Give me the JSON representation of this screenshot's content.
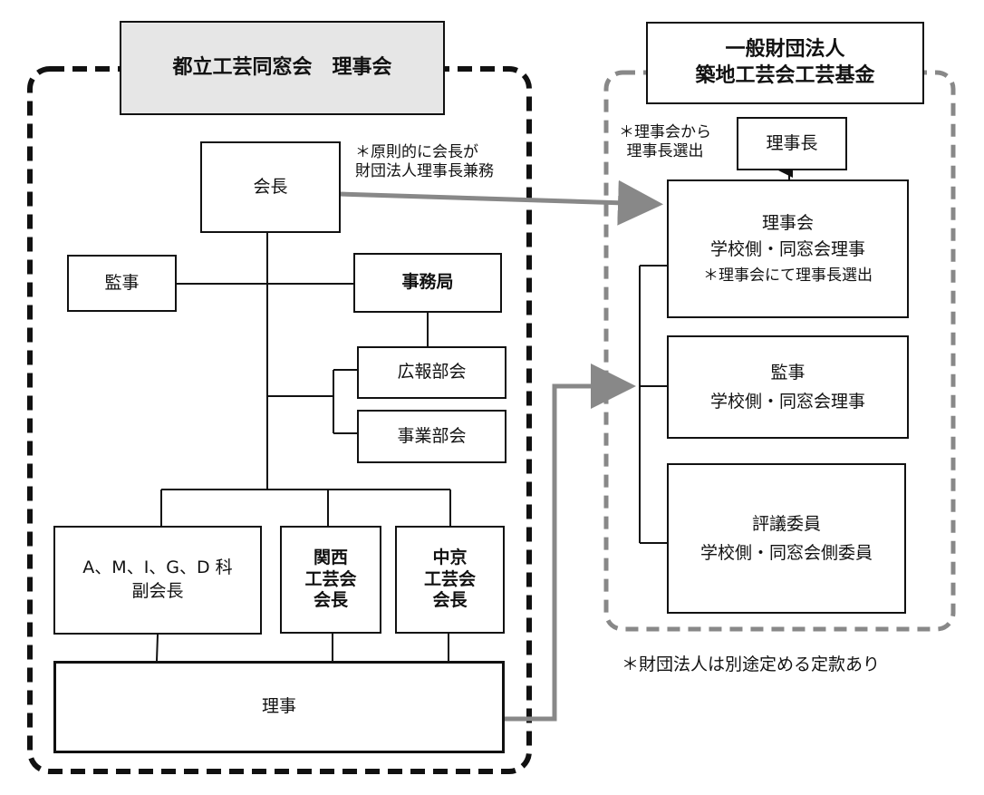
{
  "left": {
    "title": "都立工芸同窓会　理事会",
    "president": "会長",
    "president_note": [
      "＊原則的に会長が",
      "財団法人理事長兼務"
    ],
    "auditor": "監事",
    "secretariat": "事務局",
    "pr_committee": "広報部会",
    "business_committee": "事業部会",
    "vice_presidents": [
      "A、M、I、G、D 科",
      "副会長"
    ],
    "kansai": [
      "関西",
      "工芸会",
      "会長"
    ],
    "chukyo": [
      "中京",
      "工芸会",
      "会長"
    ],
    "directors": "理事"
  },
  "right": {
    "title": [
      "一般財団法人",
      "築地工芸会工芸基金"
    ],
    "chair_note": [
      "＊理事会から",
      "理事長選出"
    ],
    "chairman": "理事長",
    "board": [
      "理事会",
      "学校側・同窓会理事",
      "＊理事会にて理事長選出"
    ],
    "auditor": [
      "監事",
      "学校側・同窓会理事"
    ],
    "councilors": [
      "評議委員",
      "学校側・同窓会側委員"
    ],
    "footer_note": "＊財団法人は別途定める定款あり"
  }
}
